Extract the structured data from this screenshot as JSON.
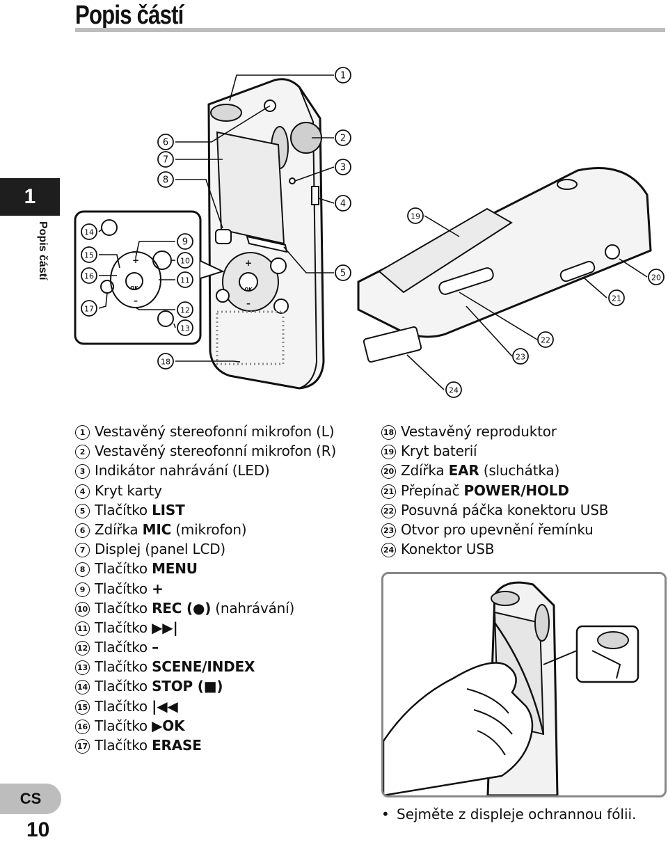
{
  "header": {
    "title": "Popis částí"
  },
  "sidebar": {
    "chapter_number": "1",
    "chapter_label": "Popis částí"
  },
  "footer": {
    "language": "CS",
    "page_number": "10"
  },
  "callouts": [
    "1",
    "2",
    "3",
    "4",
    "5",
    "6",
    "7",
    "8",
    "9",
    "10",
    "11",
    "12",
    "13",
    "14",
    "15",
    "16",
    "17",
    "18",
    "19",
    "20",
    "21",
    "22",
    "23",
    "24"
  ],
  "device_labels": {
    "plus": "+",
    "minus": "–",
    "ok": "OK"
  },
  "parts_left": [
    {
      "num": "1",
      "text": "Vestavěný stereofonní mikrofon (L)",
      "kw": "",
      "suffix": ""
    },
    {
      "num": "2",
      "text": "Vestavěný stereofonní mikrofon (R)",
      "kw": "",
      "suffix": ""
    },
    {
      "num": "3",
      "text": "Indikátor nahrávání (LED)",
      "kw": "",
      "suffix": ""
    },
    {
      "num": "4",
      "text": "Kryt karty",
      "kw": "",
      "suffix": ""
    },
    {
      "num": "5",
      "text": "Tlačítko ",
      "kw": "LIST",
      "suffix": ""
    },
    {
      "num": "6",
      "text": "Zdířka ",
      "kw": "MIC",
      "suffix": " (mikrofon)"
    },
    {
      "num": "7",
      "text": "Displej (panel LCD)",
      "kw": "",
      "suffix": ""
    },
    {
      "num": "8",
      "text": "Tlačítko ",
      "kw": "MENU",
      "suffix": ""
    },
    {
      "num": "9",
      "text": "Tlačítko ",
      "kw": "+",
      "suffix": ""
    },
    {
      "num": "10",
      "text": "Tlačítko ",
      "kw": "REC (●)",
      "suffix": " (nahrávání)"
    },
    {
      "num": "11",
      "text": "Tlačítko ",
      "kw": "▶▶|",
      "suffix": ""
    },
    {
      "num": "12",
      "text": "Tlačítko ",
      "kw": "–",
      "suffix": ""
    },
    {
      "num": "13",
      "text": "Tlačítko ",
      "kw": "SCENE/INDEX",
      "suffix": ""
    },
    {
      "num": "14",
      "text": "Tlačítko ",
      "kw": "STOP (■)",
      "suffix": ""
    },
    {
      "num": "15",
      "text": "Tlačítko ",
      "kw": "|◀◀",
      "suffix": ""
    },
    {
      "num": "16",
      "text": "Tlačítko ",
      "kw": "▶OK",
      "suffix": ""
    },
    {
      "num": "17",
      "text": "Tlačítko ",
      "kw": "ERASE",
      "suffix": ""
    }
  ],
  "parts_right": [
    {
      "num": "18",
      "text": "Vestavěný reproduktor",
      "kw": "",
      "suffix": ""
    },
    {
      "num": "19",
      "text": "Kryt baterií",
      "kw": "",
      "suffix": ""
    },
    {
      "num": "20",
      "text": "Zdířka ",
      "kw": "EAR",
      "suffix": " (sluchátka)"
    },
    {
      "num": "21",
      "text": "Přepínač ",
      "kw": "POWER/HOLD",
      "suffix": ""
    },
    {
      "num": "22",
      "text": "Posuvná páčka konektoru USB",
      "kw": "",
      "suffix": ""
    },
    {
      "num": "23",
      "text": "Otvor pro upevnění řemínku",
      "kw": "",
      "suffix": ""
    },
    {
      "num": "24",
      "text": "Konektor USB",
      "kw": "",
      "suffix": ""
    }
  ],
  "note": {
    "bullet": "•",
    "text": "Sejměte z displeje ochrannou fólii."
  },
  "colors": {
    "ink": "#111111",
    "rule_gray": "#bdbdbd",
    "chapter_bg": "#1e1e1e"
  }
}
